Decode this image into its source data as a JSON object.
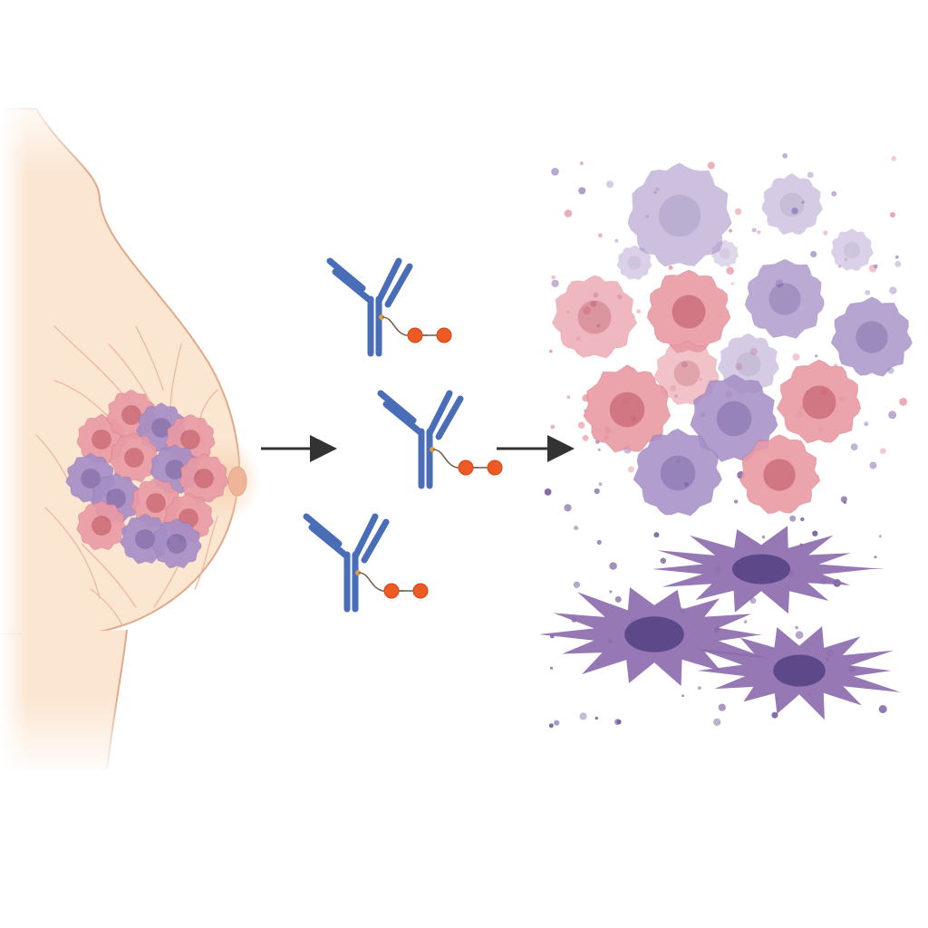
{
  "diagram": {
    "kind": "illustration",
    "text_labels": [],
    "stages": [
      {
        "id": "breast-tumor",
        "cell_count": 14
      },
      {
        "id": "antibody-drug-conjugates",
        "count": 3
      },
      {
        "id": "dying-tumor-cells",
        "round_cell_count": 16,
        "fragmented_cell_count": 3
      }
    ],
    "arrows": [
      {
        "from": "breast-tumor",
        "to": "antibody-drug-conjugates"
      },
      {
        "from": "antibody-drug-conjugates",
        "to": "dying-tumor-cells"
      }
    ]
  },
  "colors": {
    "skin": "#fbe6d2",
    "skin_outline": "#e2a889",
    "vessels": "#e9b49a",
    "nipple": "#f0b49a",
    "cell_pink": "#e99aa4",
    "cell_pink_nucleus": "#c8606f",
    "cell_purple": "#a58ec6",
    "cell_purple_nucleus": "#7e68a8",
    "antibody": "#4a6db8",
    "linker": "#7a6250",
    "payload": "#ee5a24",
    "fragment_cell": "#8d6cae",
    "fragment_nucleus": "#5d4889",
    "debris": "#6f5599",
    "arrow": "#333333"
  }
}
